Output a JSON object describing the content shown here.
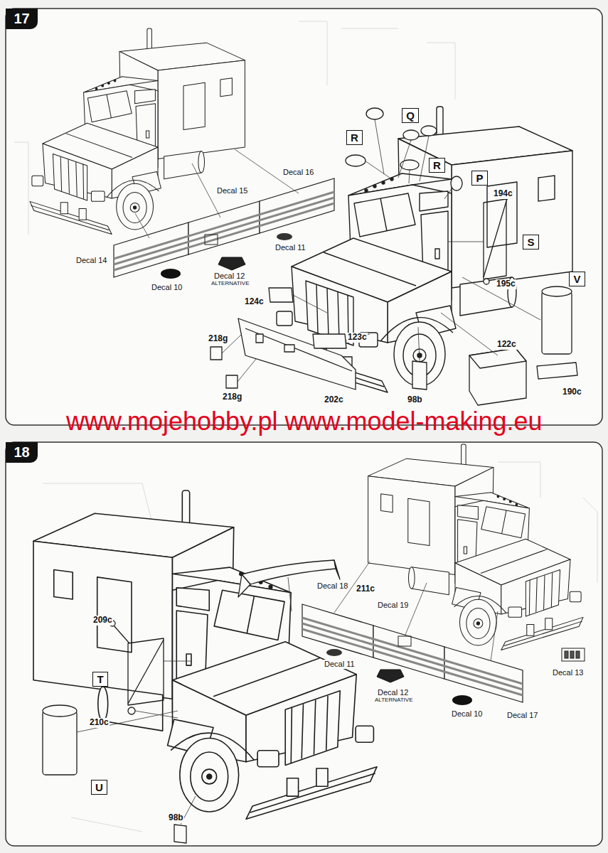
{
  "diagram": {
    "nodes": [
      {
        "text": [
          "17"
        ]
      },
      {
        "text": [
          "R"
        ]
      },
      {
        "text": [
          "Q"
        ]
      },
      {
        "text": [
          "R"
        ]
      },
      {
        "text": [
          "P"
        ]
      },
      {
        "text": [
          "S"
        ]
      },
      {
        "text": [
          "V"
        ]
      },
      {
        "text": [
          "18"
        ]
      },
      {
        "text": [
          "T"
        ]
      },
      {
        "text": [
          "U"
        ]
      }
    ],
    "labels": [
      "Decal 16",
      "Decal 15",
      "Decal 14",
      "Decal 11",
      "Decal 12",
      "ALTERNATIVE",
      "Decal 10",
      "124c",
      "218g",
      "218g",
      "202c",
      "123c",
      "98b",
      "122c",
      "190c",
      "194c",
      "195c",
      "www.mojehobby.pl www.model-making.eu",
      "211c",
      "209c",
      "210c",
      "98b",
      "Decal 18",
      "Decal 19",
      "Decal 11",
      "Decal 12",
      "ALTERNATIVE",
      "Decal 17",
      "Decal 10",
      "Decal 13"
    ]
  }
}
